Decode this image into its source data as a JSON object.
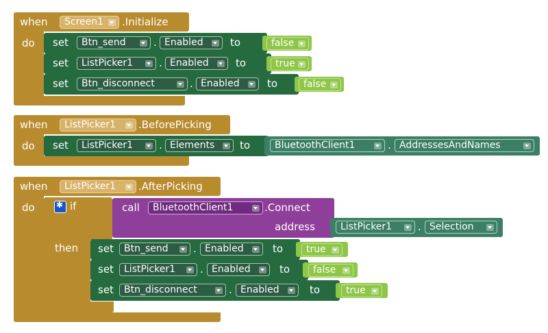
{
  "blocks": [
    {
      "event": {
        "when": "when",
        "component": "Screen1",
        "handler": ".Initialize",
        "do": "do"
      },
      "stmts": [
        {
          "set": "set",
          "component": "Btn_send",
          "dot": ".",
          "property": "Enabled",
          "to": "to",
          "value": "false"
        },
        {
          "set": "set",
          "component": "ListPicker1",
          "dot": ".",
          "property": "Enabled",
          "to": "to",
          "value": "true"
        },
        {
          "set": "set",
          "component": "Btn_disconnect",
          "dot": ".",
          "property": "Enabled",
          "to": "to",
          "value": "false"
        }
      ]
    },
    {
      "event": {
        "when": "when",
        "component": "ListPicker1",
        "handler": ".BeforePicking",
        "do": "do"
      },
      "stmts": [
        {
          "set": "set",
          "component": "ListPicker1",
          "dot": ".",
          "property": "Elements",
          "to": "to",
          "getter": {
            "component": "BluetoothClient1",
            "dot": ".",
            "property": "AddressesAndNames"
          }
        }
      ]
    },
    {
      "event": {
        "when": "when",
        "component": "ListPicker1",
        "handler": ".AfterPicking",
        "do": "do"
      },
      "if": {
        "if": "if",
        "then": "then",
        "call": {
          "call": "call",
          "component": "BluetoothClient1",
          "method": ".Connect",
          "arg": "address",
          "getter": {
            "component": "ListPicker1",
            "dot": ".",
            "property": "Selection"
          }
        },
        "stmts": [
          {
            "set": "set",
            "component": "Btn_send",
            "dot": ".",
            "property": "Enabled",
            "to": "to",
            "value": "true"
          },
          {
            "set": "set",
            "component": "ListPicker1",
            "dot": ".",
            "property": "Enabled",
            "to": "to",
            "value": "false"
          },
          {
            "set": "set",
            "component": "Btn_disconnect",
            "dot": ".",
            "property": "Enabled",
            "to": "to",
            "value": "true"
          }
        ]
      }
    }
  ],
  "colors": {
    "event": "#b88b2f",
    "setter": "#266a3f",
    "control_if": "#8e3f9a",
    "logic_bool": "#8ec648",
    "component_getter": "#3d7f66"
  }
}
